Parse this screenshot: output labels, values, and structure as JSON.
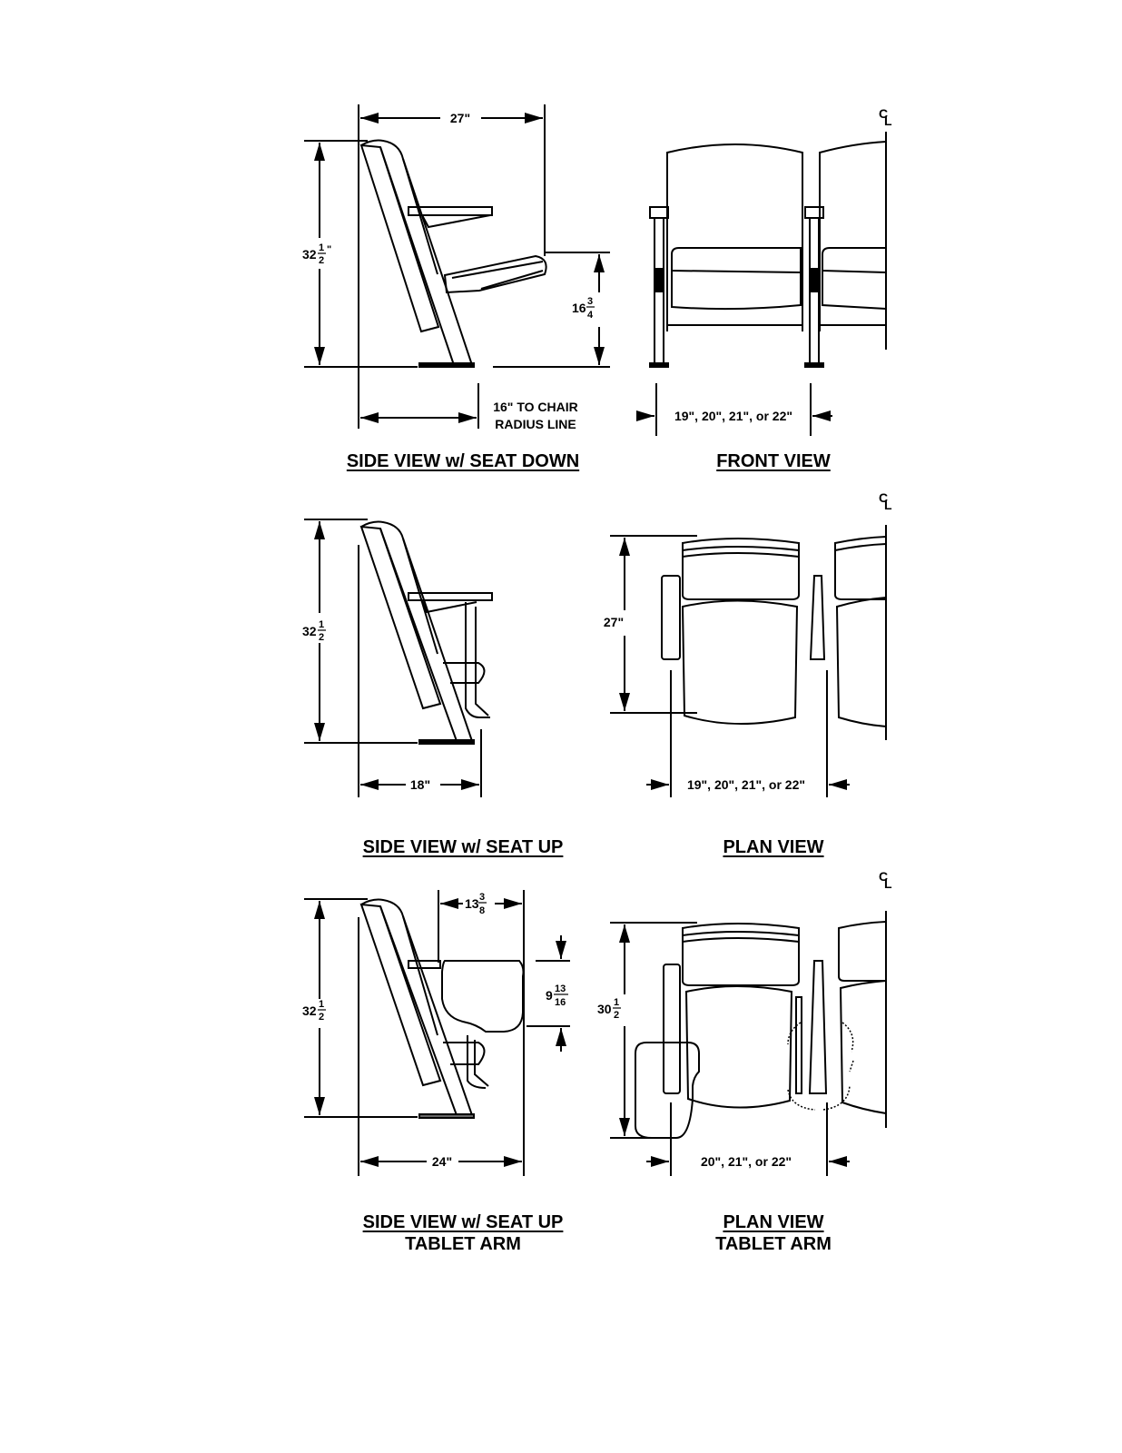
{
  "sheet": {
    "background": "#ffffff",
    "line_color": "#000000"
  },
  "views": [
    {
      "id": "side-seat-down",
      "title": "SIDE VIEW w/ SEAT DOWN",
      "dimensions": {
        "overall_depth": "27\"",
        "height_whole": "32",
        "height_num": "1",
        "height_den": "2",
        "seat_height_whole": "16",
        "seat_height_num": "3",
        "seat_height_den": "4",
        "note_line1": "16\" TO CHAIR",
        "note_line2": "RADIUS LINE"
      }
    },
    {
      "id": "front",
      "title": "FRONT VIEW",
      "dimensions": {
        "width": "19\", 20\", 21\", or 22\""
      },
      "centerline": "CL"
    },
    {
      "id": "side-seat-up",
      "title": "SIDE VIEW w/ SEAT UP",
      "dimensions": {
        "height_whole": "32",
        "height_num": "1",
        "height_den": "2",
        "depth": "18\""
      }
    },
    {
      "id": "plan",
      "title": "PLAN VIEW",
      "dimensions": {
        "depth": "27\"",
        "width": "19\", 20\", 21\", or 22\""
      },
      "centerline": "CL"
    },
    {
      "id": "side-seat-up-tablet",
      "title": "SIDE VIEW w/ SEAT UP",
      "subtitle": "TABLET ARM",
      "dimensions": {
        "height_whole": "32",
        "height_num": "1",
        "height_den": "2",
        "tablet_depth_whole": "13",
        "tablet_depth_num": "3",
        "tablet_depth_den": "8",
        "tablet_height_whole": "9",
        "tablet_height_num": "13",
        "tablet_height_den": "16",
        "depth": "24\""
      }
    },
    {
      "id": "plan-tablet",
      "title": "PLAN VIEW",
      "subtitle": "TABLET ARM",
      "dimensions": {
        "depth_whole": "30",
        "depth_num": "1",
        "depth_den": "2",
        "width": "20\", 21\", or 22\""
      },
      "centerline": "CL"
    }
  ]
}
